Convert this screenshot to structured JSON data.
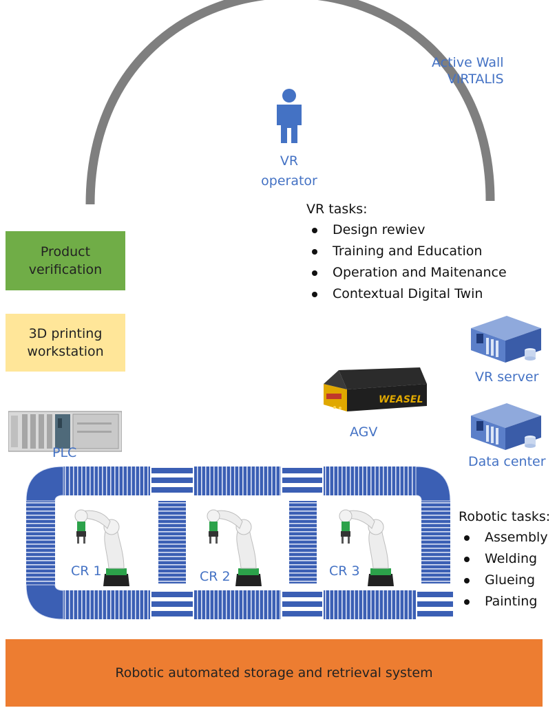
{
  "active_wall": {
    "line1": "Active Wall",
    "line2": "VIRTALIS"
  },
  "vr_operator": {
    "line1": "VR",
    "line2": "operator"
  },
  "vr_tasks": {
    "heading": "VR tasks:",
    "items": [
      "Design rewiev",
      "Training and Education",
      "Operation and Maitenance",
      "Contextual Digital Twin"
    ]
  },
  "product_verification": {
    "label_line1": "Product",
    "label_line2": "verification",
    "color": "#70AD47"
  },
  "printing_workstation": {
    "label_line1": "3D printing",
    "label_line2": "workstation",
    "color": "#FFE699"
  },
  "plc": {
    "label": "PLC"
  },
  "agv": {
    "label": "AGV",
    "brand": "WEASEL"
  },
  "vr_server": {
    "label": "VR server"
  },
  "data_center": {
    "label": "Data center"
  },
  "robots": [
    "CR 1",
    "CR 2",
    "CR 3"
  ],
  "robotic_tasks": {
    "heading": "Robotic tasks:",
    "items": [
      "Assembly",
      "Welding",
      "Glueing",
      "Painting"
    ]
  },
  "storage": {
    "label": "Robotic automated storage and retrieval system",
    "color": "#ED7D31"
  },
  "colors": {
    "accent_text": "#4472C4",
    "arc": "#7F7F7F",
    "conveyor": "#3B5FB4"
  }
}
